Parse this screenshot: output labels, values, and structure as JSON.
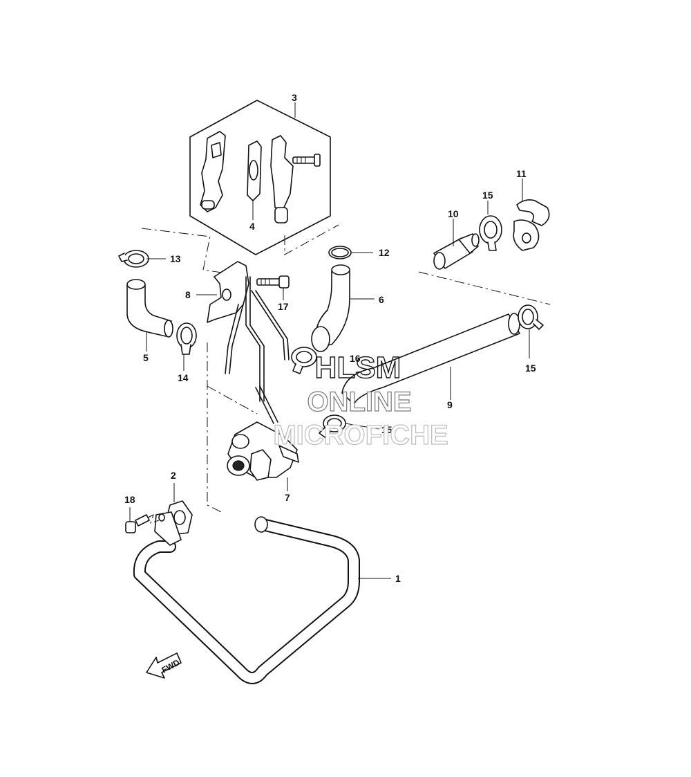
{
  "diagram": {
    "callouts": {
      "c1": "1",
      "c2": "2",
      "c3": "3",
      "c4": "4",
      "c5": "5",
      "c6": "6",
      "c7": "7",
      "c8": "8",
      "c9": "9",
      "c10": "10",
      "c11": "11",
      "c12": "12",
      "c13": "13",
      "c14": "14",
      "c15a": "15",
      "c15b": "15",
      "c15c": "15",
      "c16": "16",
      "c17": "17",
      "c18": "18"
    },
    "fwd_label": "FWD"
  },
  "watermark": {
    "line1": "HLSM",
    "line2": "ONLINE",
    "line3": "MICROFICHE"
  }
}
